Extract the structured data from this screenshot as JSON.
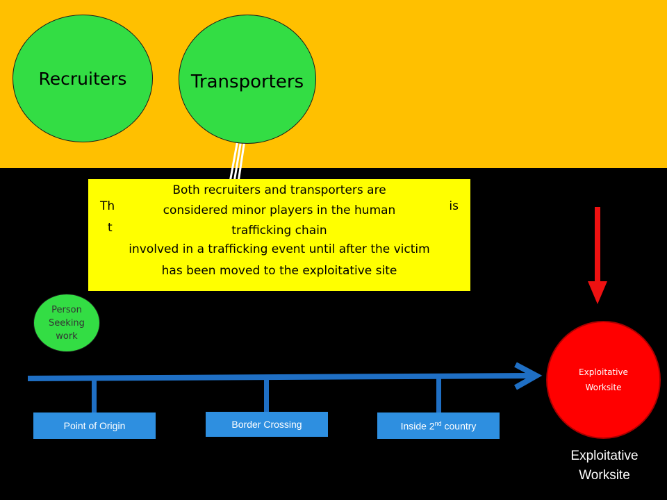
{
  "colors": {
    "top_band": "#ffc000",
    "background": "#000000",
    "node_green": "#33dd44",
    "node_red": "#ff0000",
    "callout_yellow": "#ffff00",
    "timeline_blue": "#2e8fe0",
    "arrow_red": "#ee1111"
  },
  "nodes": {
    "recruiters": "Recruiters",
    "transporters": "Transporters",
    "person_seeking_work": [
      "Person",
      "Seeking",
      "work"
    ],
    "exploitative_worksite": [
      "Exploitative",
      "Worksite"
    ]
  },
  "callout": {
    "front_text": "Both recruiters and transporters are considered minor players in the human trafficking chain",
    "back_lines": [
      "Th",
      "is",
      "t",
      "involved in a trafficking event until after the victim",
      "has been moved to the exploitative site"
    ]
  },
  "stages": {
    "origin": "Point of Origin",
    "border": "Border Crossing",
    "inside_prefix": "Inside 2",
    "inside_sup": "nd",
    "inside_suffix": " country"
  },
  "caption": [
    "Exploitative",
    "Worksite"
  ]
}
